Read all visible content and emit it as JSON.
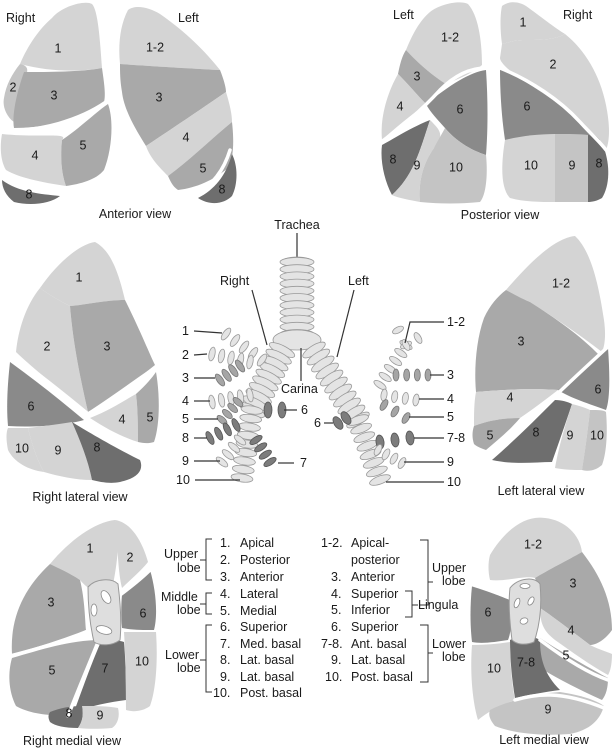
{
  "figure": {
    "panels": {
      "anterior": {
        "title": "Anterior view",
        "side_left": "Right",
        "side_right": "Left",
        "right_lung_segments": [
          "1",
          "2",
          "3",
          "4",
          "5",
          "8"
        ],
        "left_lung_segments": [
          "1-2",
          "3",
          "4",
          "5",
          "8"
        ]
      },
      "posterior": {
        "title": "Posterior view",
        "side_left": "Left",
        "side_right": "Right",
        "left_lung_segments": [
          "1-2",
          "3",
          "4",
          "6",
          "8",
          "9",
          "10"
        ],
        "right_lung_segments": [
          "1",
          "2",
          "6",
          "10",
          "9",
          "8"
        ]
      },
      "right_lateral": {
        "title": "Right lateral view",
        "segments": [
          "1",
          "2",
          "3",
          "6",
          "4",
          "5",
          "10",
          "9",
          "8"
        ]
      },
      "left_lateral": {
        "title": "Left lateral view",
        "segments": [
          "1-2",
          "3",
          "4",
          "6",
          "5",
          "8",
          "9",
          "10"
        ]
      },
      "right_medial": {
        "title": "Right medial view",
        "segments": [
          "1",
          "2",
          "3",
          "6",
          "5",
          "7",
          "10",
          "8",
          "9"
        ]
      },
      "left_medial": {
        "title": "Left medial view",
        "segments": [
          "1-2",
          "3",
          "6",
          "4",
          "5",
          "7-8",
          "10",
          "9"
        ]
      },
      "bronchial_tree": {
        "trachea_label": "Trachea",
        "right_label": "Right",
        "left_label": "Left",
        "carina_label": "Carina",
        "right_branches": [
          "1",
          "2",
          "3",
          "4",
          "5",
          "8",
          "9",
          "10"
        ],
        "right_inner_branches": [
          "6",
          "7"
        ],
        "left_branches": [
          "1-2",
          "3",
          "4",
          "5",
          "7-8",
          "9",
          "10"
        ],
        "left_inner_branches": [
          "6"
        ]
      }
    },
    "legend": {
      "right": {
        "groups": [
          {
            "lobe": [
              "Upper",
              "lobe"
            ],
            "items": [
              {
                "num": "1.",
                "name": "Apical"
              },
              {
                "num": "2.",
                "name": "Posterior"
              },
              {
                "num": "3.",
                "name": "Anterior"
              }
            ]
          },
          {
            "lobe": [
              "Middle",
              "lobe"
            ],
            "items": [
              {
                "num": "4.",
                "name": "Lateral"
              },
              {
                "num": "5.",
                "name": "Medial"
              }
            ]
          },
          {
            "lobe": [
              "Lower",
              "lobe"
            ],
            "items": [
              {
                "num": "6.",
                "name": "Superior"
              },
              {
                "num": "7.",
                "name": "Med. basal"
              },
              {
                "num": "8.",
                "name": "Lat. basal"
              },
              {
                "num": "9.",
                "name": "Lat. basal"
              },
              {
                "num": "10.",
                "name": "Post. basal"
              }
            ]
          }
        ]
      },
      "left": {
        "items": [
          {
            "num": "1-2.",
            "name": "Apical-"
          },
          {
            "num": "",
            "name": "posterior"
          },
          {
            "num": "3.",
            "name": "Anterior"
          },
          {
            "num": "4.",
            "name": "Superior"
          },
          {
            "num": "5.",
            "name": "Inferior"
          },
          {
            "num": "6.",
            "name": "Superior"
          },
          {
            "num": "7-8.",
            "name": "Ant. basal"
          },
          {
            "num": "9.",
            "name": "Lat. basal"
          },
          {
            "num": "10.",
            "name": "Post. basal"
          }
        ],
        "upper_lobe": [
          "Upper",
          "lobe"
        ],
        "lingula": "Lingula",
        "lower_lobe": [
          "Lower",
          "lobe"
        ]
      }
    }
  }
}
